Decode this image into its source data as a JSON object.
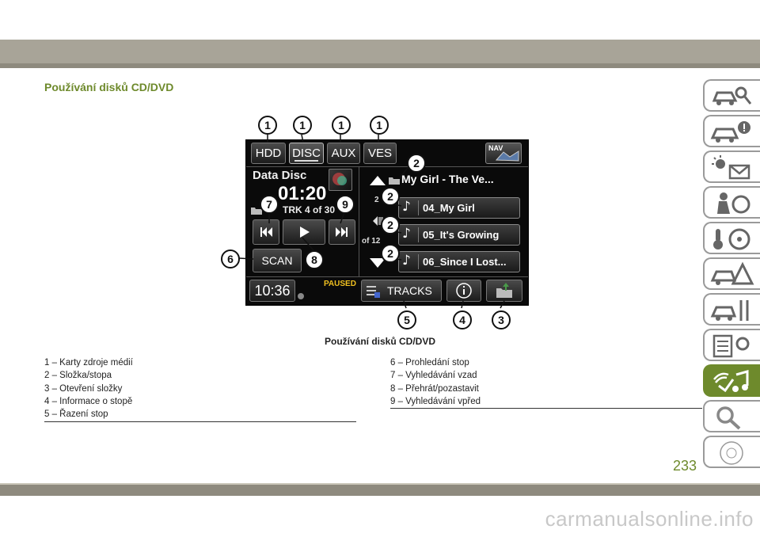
{
  "section_title": "Používání disků CD/DVD",
  "screen": {
    "source_tabs": [
      "HDD",
      "DISC",
      "AUX",
      "VES"
    ],
    "nav_label": "NAV",
    "disc_name": "Data Disc",
    "elapsed_time": "01:20",
    "track_info": "TRK 4 of 30",
    "scan_label": "SCAN",
    "clock": "10:36",
    "status": "PAUSED",
    "tracks_label": "TRACKS",
    "folder_name": "My Girl - The Ve...",
    "folder_number": "2",
    "folder_count": "of  12",
    "tracks": [
      "04_My Girl",
      "05_It's Growing",
      "06_Since I Lost..."
    ]
  },
  "callouts": {
    "c1": "1",
    "c2": "1",
    "c3": "1",
    "c4": "1",
    "c5": "2",
    "c6": "2",
    "c7": "2",
    "c8": "2",
    "c9": "7",
    "c10": "9",
    "c11": "6",
    "c12": "8",
    "c13": "5",
    "c14": "4",
    "c15": "3"
  },
  "caption": "Používání disků CD/DVD",
  "legend_left": [
    "1 – Karty zdroje médií",
    "2 – Složka/stopa",
    "3 – Otevření složky",
    "4 – Informace o stopě",
    "5 – Řazení stop"
  ],
  "legend_right": [
    "6 – Prohledání stop",
    "7 – Vyhledávání vzad",
    "8 – Přehrát/pozastavit",
    "9 – Vyhledávání vpřed"
  ],
  "page_number": "233",
  "watermark": "carmanualsonline.info",
  "icons": {
    "tabs": [
      "car-info-icon",
      "car-warning-icon",
      "lights-message-icon",
      "seat-airbag-icon",
      "key-steering-icon",
      "roadside-warning-icon",
      "car-service-icon",
      "specs-gear-icon",
      "multimedia-icon",
      "search-icon",
      "alphabet-index-icon"
    ]
  },
  "colors": {
    "accent": "#6e8a2c",
    "header_bar": "#a8a498",
    "paused": "#f0c020"
  }
}
